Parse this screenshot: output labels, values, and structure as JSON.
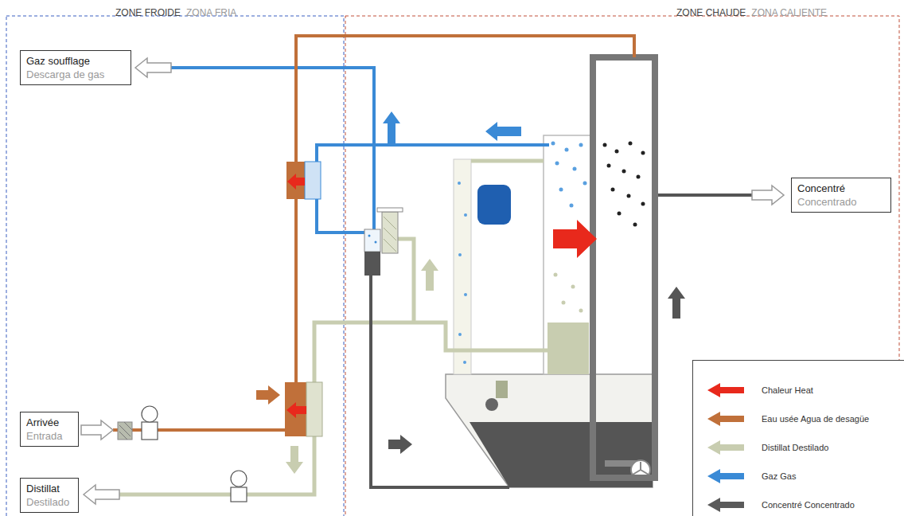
{
  "diagram": {
    "nodes": [
      {
        "text": [
          "ZONE FROIDE",
          "ZONA FRIA"
        ]
      },
      {
        "text": [
          "Gaz soufflage",
          "Descarga de gas"
        ],
        "in": 0
      },
      {
        "text": [
          "Arrivée",
          "Entrada"
        ],
        "in": 0
      },
      {
        "text": [
          "Distillat",
          "Destilado"
        ],
        "in": 0
      },
      {
        "text": [
          "ZONE CHAUDE",
          "ZONA CALIENTE"
        ]
      },
      {
        "text": [
          "Concentré",
          "Concentrado"
        ],
        "in": 4
      }
    ],
    "legend": [
      {
        "text": "Chaleur Heat",
        "color": "#e8291c"
      },
      {
        "text": "Eau usée Agua de desagüe",
        "color": "#c0703a"
      },
      {
        "text": "Distillat Destilado",
        "color": "#c8cdb0"
      },
      {
        "text": "Gaz Gas",
        "color": "#3a8ad6"
      },
      {
        "text": "Concentré Concentrado",
        "color": "#5a5a5a"
      }
    ]
  }
}
